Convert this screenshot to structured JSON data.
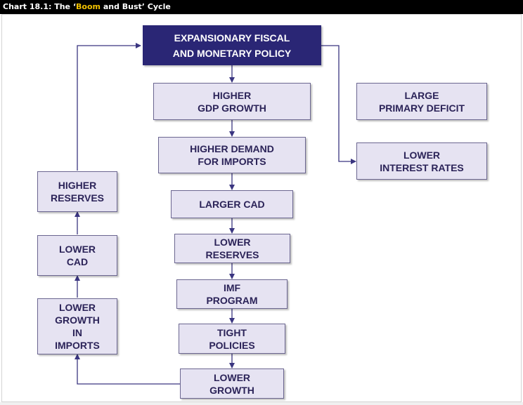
{
  "title": {
    "prefix": "Chart 18.1: The ‘",
    "accent": "Boom",
    "suffix": " and Bust’ Cycle",
    "accent_color": "#f2c200"
  },
  "colors": {
    "box_fill": "#e6e3f2",
    "box_text": "#2b2358",
    "top_box_fill": "#2a2675",
    "arrow": "#3a3580"
  },
  "boxes": {
    "expansionary": "EXPANSIONARY FISCAL\nAND MONETARY POLICY",
    "higher_gdp": "HIGHER\nGDP GROWTH",
    "higher_demand": "HIGHER DEMAND\nFOR IMPORTS",
    "larger_cad": "LARGER CAD",
    "lower_reserves": "LOWER\nRESERVES",
    "imf_program": "IMF\nPROGRAM",
    "tight_policies": "TIGHT\nPOLICIES",
    "lower_growth": "LOWER\nGROWTH",
    "lower_growth_imports": "LOWER\nGROWTH\nIN\nIMPORTS",
    "lower_cad": "LOWER\nCAD",
    "higher_reserves": "HIGHER\nRESERVES",
    "large_primary_deficit": "LARGE\nPRIMARY DEFICIT",
    "lower_interest_rates": "LOWER\nINTEREST RATES"
  }
}
